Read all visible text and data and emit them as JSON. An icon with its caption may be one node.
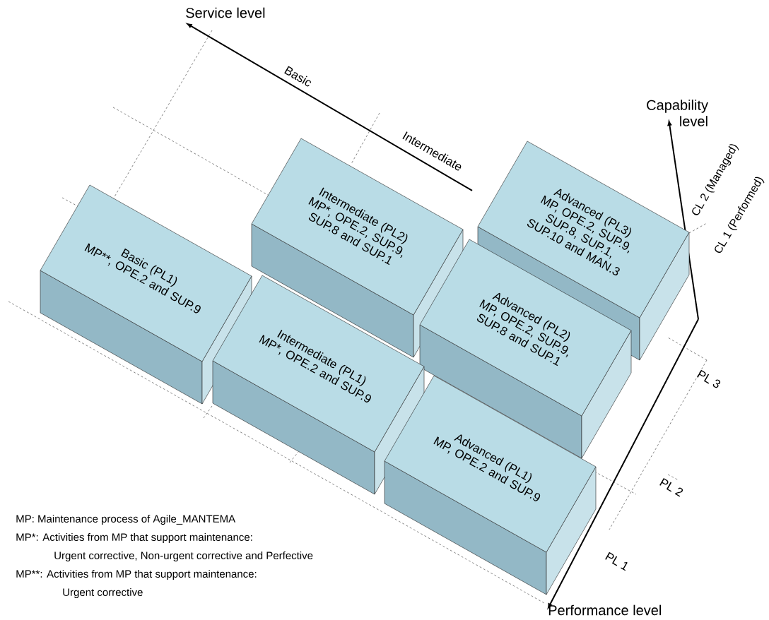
{
  "diagram": {
    "nodes": [
      {
        "text": [
          "Basic (PL1)",
          "MP**, OPE.2 and SUP.9"
        ]
      },
      {
        "text": [
          "Intermediate (PL2)",
          "MP*, OPE.2, SUP.9, SUP.8 and SUP.1"
        ]
      },
      {
        "text": [
          "Intermediate (PL1)",
          "MP*, OPE.2 and SUP.9"
        ]
      },
      {
        "text": [
          "Advanced (PL3)",
          "MP, OPE.2, SUP.9, SUP.8, SUP.1, SUP.10 and MAN.3"
        ]
      },
      {
        "text": [
          "Advanced (PL2)",
          "MP, OPE.2, SUP.9, SUP.8 and SUP.1"
        ]
      },
      {
        "text": [
          "Advanced (PL1)",
          "MP, OPE.2 and SUP.9"
        ]
      }
    ],
    "labels": [
      "Service level",
      "Basic",
      "Intermediate",
      "Capability level",
      "CL 2 (Managed)",
      "CL 1 (Performed)",
      "PL 3",
      "PL 2",
      "PL 1",
      "Performance level",
      "MP: Maintenance process of Agile_MANTEMA",
      "MP*: Activities from MP that support maintenance:",
      "Urgent corrective, Non-urgent corrective and Perfective",
      "MP**: Activities from MP that support maintenance:",
      "Urgent corrective"
    ]
  }
}
